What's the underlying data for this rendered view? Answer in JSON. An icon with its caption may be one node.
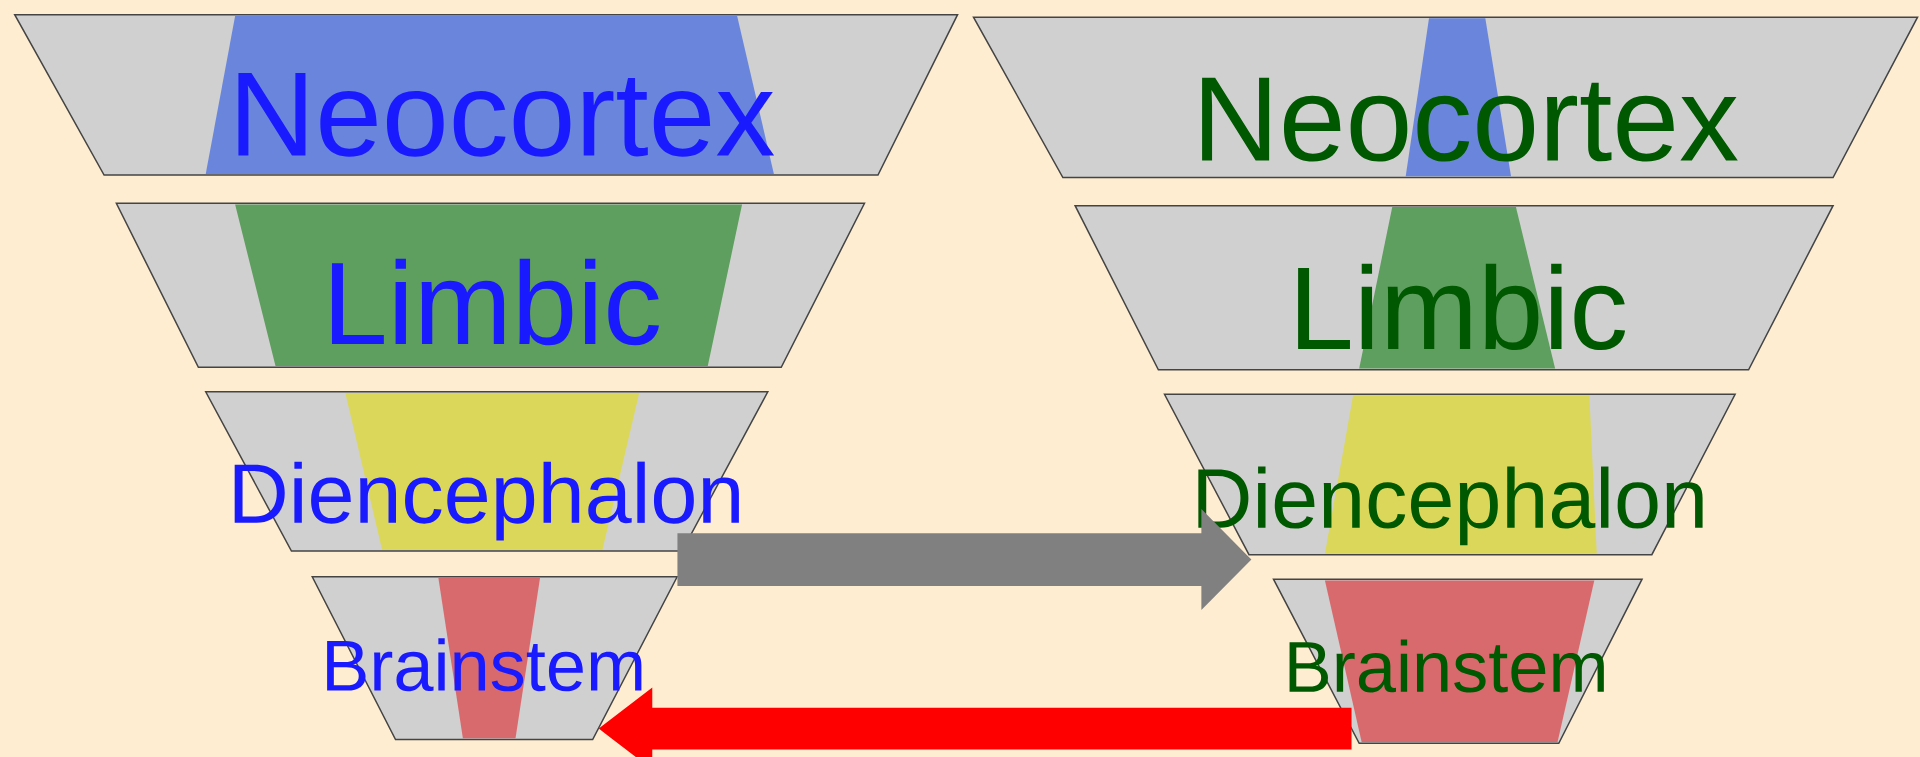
{
  "diagram": {
    "nodes": [
      {
        "text": [
          "Neocortex"
        ]
      },
      {
        "text": [
          "Limbic"
        ]
      },
      {
        "text": [
          "Diencephalon"
        ]
      },
      {
        "text": [
          "Brainstem"
        ]
      },
      {
        "text": [
          "Neocortex"
        ]
      },
      {
        "text": [
          "Limbic"
        ]
      },
      {
        "text": [
          "Diencephalon"
        ]
      },
      {
        "text": [
          "Brainstem"
        ]
      }
    ],
    "edges": [
      {
        "from": 2,
        "to": 6,
        "arrow": "to"
      },
      {
        "from": 7,
        "to": 3,
        "arrow": "to",
        "color": "#ff0000"
      }
    ]
  }
}
